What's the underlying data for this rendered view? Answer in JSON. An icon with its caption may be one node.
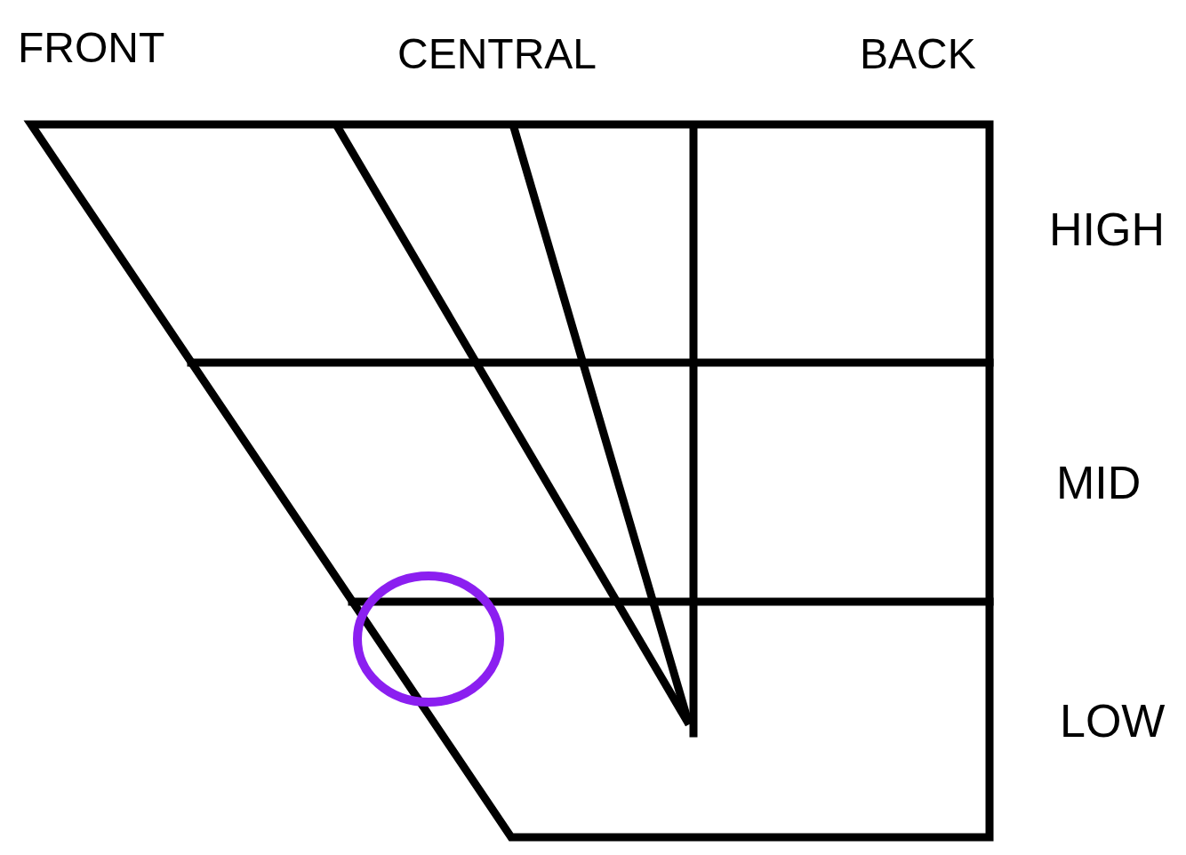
{
  "diagram": {
    "labels": [
      "FRONT",
      "CENTRAL",
      "BACK",
      "HIGH",
      "MID",
      "LOW"
    ]
  }
}
